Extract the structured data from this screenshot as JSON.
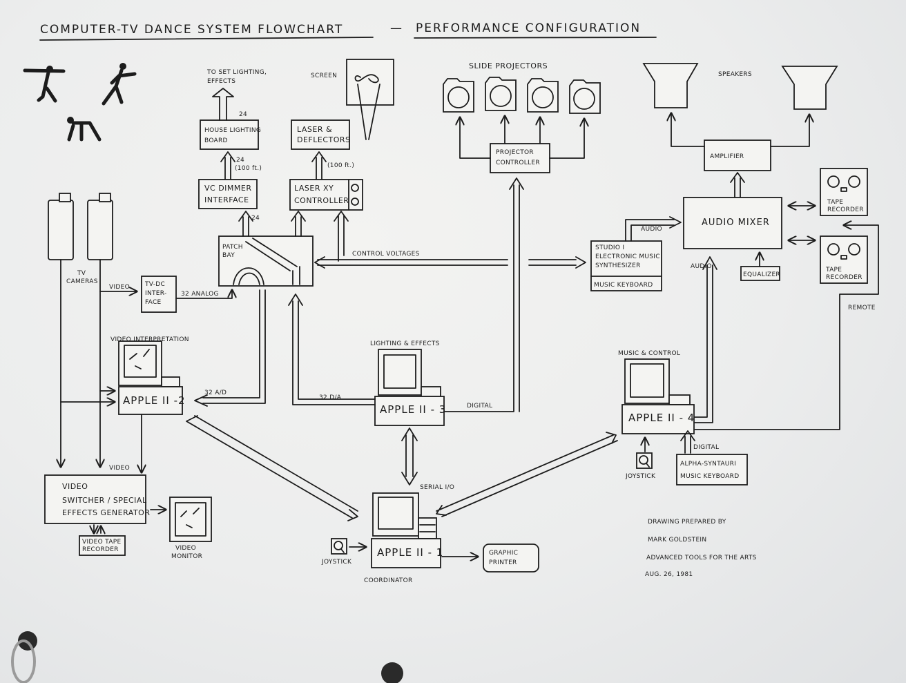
{
  "title": "COMPUTER-TV  DANCE  SYSTEM  FLOWCHART",
  "title_dash": "—",
  "subtitle": "PERFORMANCE  CONFIGURATION",
  "nodes": {
    "lighting_target": [
      "TO SET LIGHTING,",
      "EFFECTS"
    ],
    "screen": "SCREEN",
    "slide_projectors": "SLIDE  PROJECTORS",
    "speakers": "SPEAKERS",
    "house_lighting": [
      "HOUSE LIGHTING",
      "BOARD"
    ],
    "laser_deflectors": [
      "LASER &",
      "DEFLECTORS"
    ],
    "projector_controller": [
      "PROJECTOR",
      "CONTROLLER"
    ],
    "amplifier": "AMPLIFIER",
    "vc_dimmer": [
      "VC DIMMER",
      "INTERFACE"
    ],
    "laser_xy": [
      "LASER  XY",
      "CONTROLLER"
    ],
    "tv_cameras": [
      "TV",
      "CAMERAS"
    ],
    "patch_bay": [
      "PATCH",
      "BAY"
    ],
    "audio_mixer": "AUDIO MIXER",
    "tape_recorder_1": [
      "TAPE",
      "RECORDER"
    ],
    "tape_recorder_2": [
      "TAPE",
      "RECORDER"
    ],
    "synthesizer": [
      "STUDIO I",
      "ELECTRONIC MUSIC",
      "SYNTHESIZER"
    ],
    "music_keyboard": "MUSIC KEYBOARD",
    "equalizer": "EQUALIZER",
    "tv_dc": [
      "TV-DC",
      "INTER-",
      "FACE"
    ],
    "video_interpretation": "VIDEO  INTERPRETATION",
    "lighting_effects": "LIGHTING & EFFECTS",
    "music_control": "MUSIC  &  CONTROL",
    "apple2": "APPLE II -2",
    "apple3": "APPLE II - 3",
    "apple4": "APPLE II - 4",
    "apple1": "APPLE II - 1",
    "video_switcher": [
      "VIDEO",
      "SWITCHER / SPECIAL",
      "EFFECTS GENERATOR"
    ],
    "video_tape_recorder": [
      "VIDEO TAPE",
      "RECORDER"
    ],
    "video_monitor": [
      "VIDEO",
      "MONITOR"
    ],
    "joystick_left": "JOYSTICK",
    "joystick_right": "JOYSTICK",
    "coordinator": "COORDINATOR",
    "graphic_printer": [
      "GRAPHIC",
      "PRINTER"
    ],
    "alpha_syntauri": [
      "ALPHA-SYNTAURI",
      "MUSIC KEYBOARD"
    ]
  },
  "connection_labels": {
    "l24_top": "24",
    "l24_mid": "24",
    "l100ft_a": "(100 ft.)",
    "l100ft_b": "(100 ft.)",
    "l24_low": "24",
    "control_voltages": "CONTROL  VOLTAGES",
    "audio_a": "AUDIO",
    "audio_b": "AUDIO",
    "video_a": "VIDEO",
    "analog": "32 ANALOG",
    "remote": "REMOTE",
    "ad": "32 A/D",
    "da": "32 D/A",
    "digital_a": "DIGITAL",
    "digital_b": "DIGITAL",
    "video_b": "VIDEO",
    "serial": "SERIAL  I/O"
  },
  "credits": [
    "DRAWING  PREPARED  BY",
    "MARK  GOLDSTEIN",
    "ADVANCED  TOOLS  FOR  THE  ARTS",
    "AUG.  26, 1981"
  ]
}
